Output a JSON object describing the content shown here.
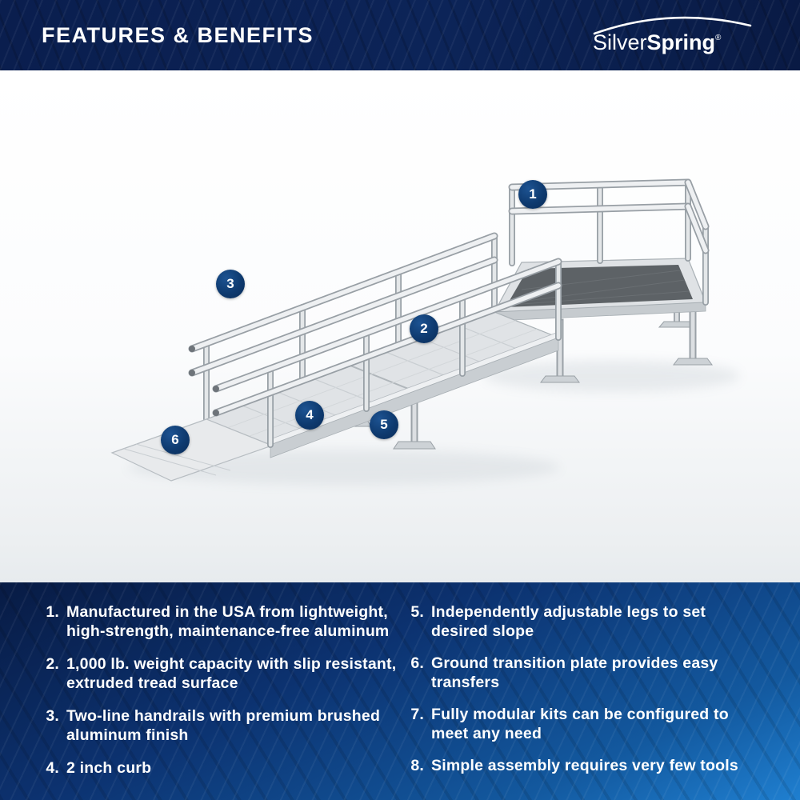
{
  "header": {
    "title": "FEATURES & BENEFITS",
    "logo": {
      "silver": "Silver",
      "spring": "Spring",
      "registered": "®"
    }
  },
  "callouts": [
    {
      "label": "1"
    },
    {
      "label": "2"
    },
    {
      "label": "3"
    },
    {
      "label": "4"
    },
    {
      "label": "5"
    },
    {
      "label": "6"
    }
  ],
  "features": {
    "left": [
      {
        "num": "1.",
        "text": "Manufactured in the USA from lightweight, high-strength, maintenance-free aluminum"
      },
      {
        "num": "2.",
        "text": "1,000 lb. weight capacity with slip resistant, extruded tread surface"
      },
      {
        "num": "3.",
        "text": "Two-line handrails with premium brushed aluminum finish"
      },
      {
        "num": "4.",
        "text": "2 inch curb"
      }
    ],
    "right": [
      {
        "num": "5.",
        "text": "Independently adjustable legs to set desired slope"
      },
      {
        "num": "6.",
        "text": "Ground transition plate provides easy transfers"
      },
      {
        "num": "7.",
        "text": "Fully modular kits can be configured to meet any need"
      },
      {
        "num": "8.",
        "text": "Simple assembly requires very few tools"
      }
    ]
  },
  "colors": {
    "navy": "#0a1e4e",
    "callout_blue": "#0e3a6f",
    "footer_blue": "#1f7fd0",
    "text_white": "#ffffff"
  }
}
